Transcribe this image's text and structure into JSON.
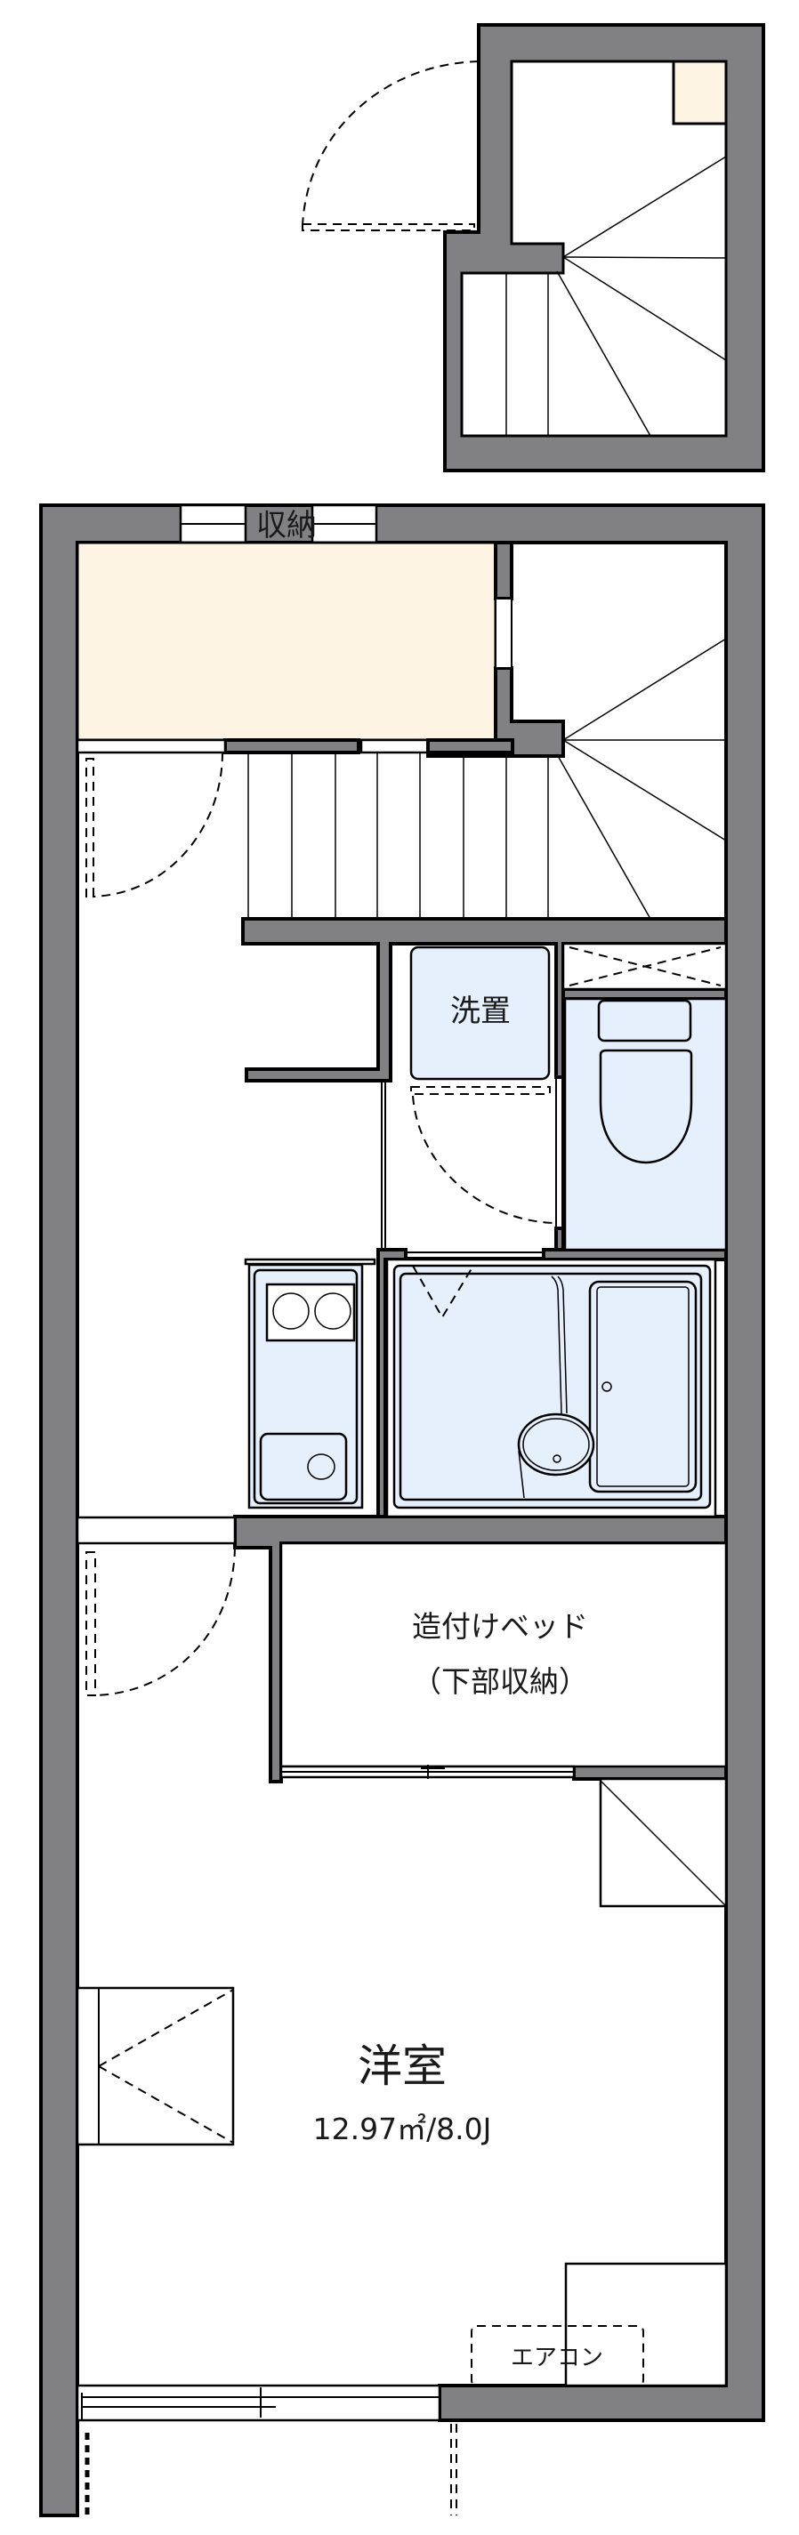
{
  "labels": {
    "storage": "収納",
    "washer": "洗置",
    "bed_line1": "造付けベッド",
    "bed_line2": "（下部収納）",
    "room_name": "洋室",
    "room_size": "12.97㎡/8.0J",
    "aircon": "エアコン"
  },
  "colors": {
    "wall": "#818083",
    "storage_fill": "#fdf4e3",
    "wet_area_fill": "#e6effc"
  }
}
